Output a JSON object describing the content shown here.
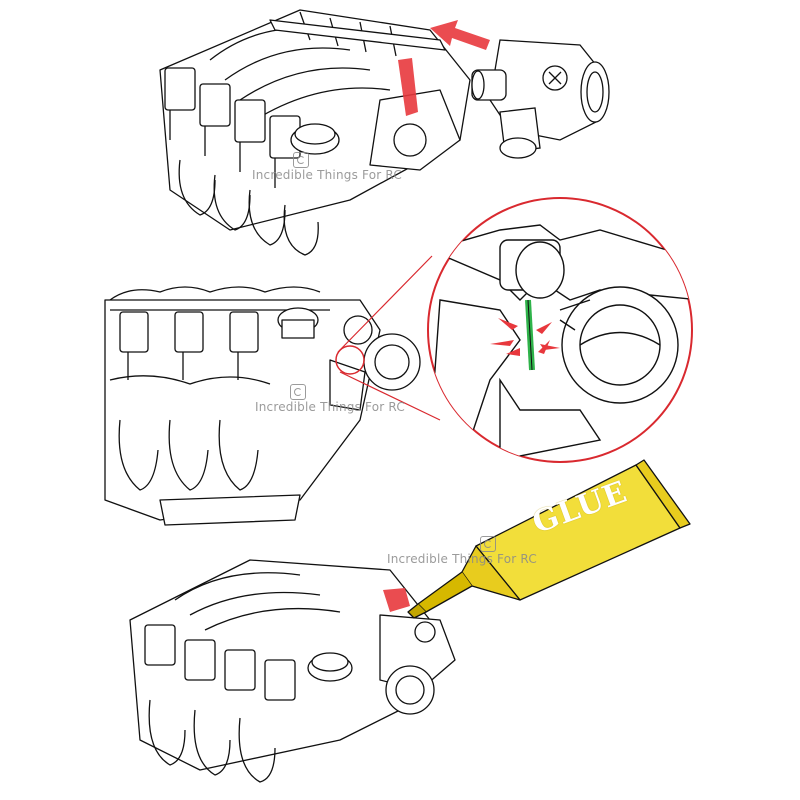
{
  "watermark": {
    "text_1": "Incredible Things For RC",
    "text_2": "Incredible Things For RC",
    "text_3": "Incredible Things For RC"
  },
  "glue_tube": {
    "label": "GLUE",
    "color": "#f2de3a"
  },
  "colors": {
    "arrow": "#e8383d",
    "highlight": "#e8383d",
    "callout_circle": "#d9292f",
    "glue_line": "#2fb34a"
  }
}
